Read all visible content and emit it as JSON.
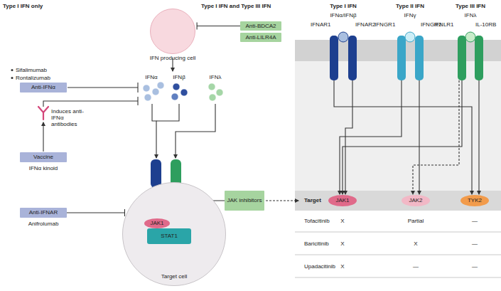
{
  "diagram": {
    "nodes": [
      {
        "text": [
          "IFN producing cell"
        ]
      },
      {
        "text": [
          "Anti-BDCA2"
        ]
      },
      {
        "text": [
          "Anti-LILR4A"
        ]
      },
      {
        "text": [
          "Anti-IFNα"
        ]
      },
      {
        "text": [
          "Vaccine"
        ]
      },
      {
        "text": [
          "Anti-IFNAR"
        ]
      },
      {
        "text": [
          "Target cell"
        ]
      },
      {
        "text": [
          "JAK1"
        ],
        "in": 6
      },
      {
        "text": [
          "STAT1"
        ],
        "in": 6
      },
      {
        "text": [
          "JAK inhibitors"
        ]
      },
      {
        "text": [
          "JAK1"
        ]
      },
      {
        "text": [
          "JAK2"
        ]
      },
      {
        "text": [
          "TYK2"
        ]
      }
    ],
    "edges": [
      {
        "from": 1,
        "to": 0,
        "arrow": "to"
      },
      {
        "from": 9,
        "to": 7,
        "arrow": "to"
      },
      {
        "from": 5,
        "to": 6,
        "arrow": "to"
      }
    ],
    "labels": [
      "Type I IFN only",
      "Type I IFN and Type III IFN",
      "Sifalimumab",
      "Rontalizumab",
      "IFNα",
      "IFNβ",
      "IFNλ",
      "Induces anti-IFNα antibodies",
      "IFNα kinoid",
      "Anifrolumab",
      "Type I IFN",
      "Type II IFN",
      "Type III IFN",
      "IFNα/IFNβ",
      "IFNAR1",
      "IFNAR2",
      "IFNγ",
      "IFNGR1",
      "IFNGR2",
      "IFNλ",
      "IFNLR1",
      "IL-10RB",
      "Target",
      "Tofacitinib",
      "X",
      "Partial",
      "—",
      "Baricitinib",
      "X",
      "X",
      "—",
      "Upadacitinib",
      "X",
      "—",
      "—"
    ]
  }
}
